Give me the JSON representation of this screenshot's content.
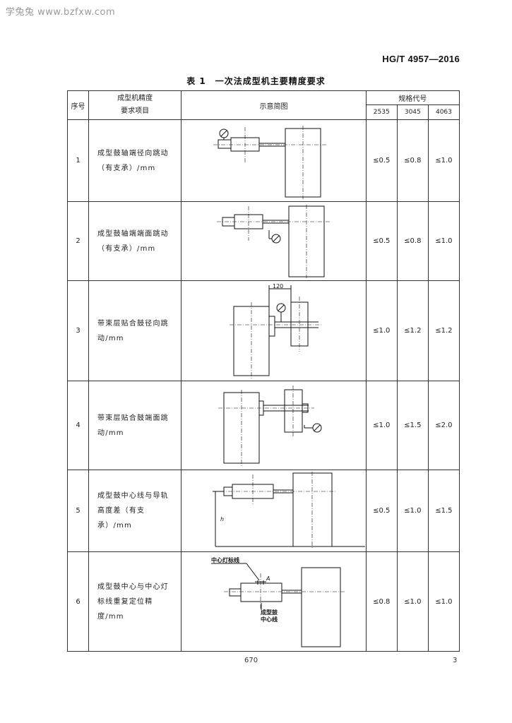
{
  "watermark": "学兔兔 www.bzfxw.com",
  "standard_code": "HG/T 4957—2016",
  "table_title": "表 1　一次法成型机主要精度要求",
  "table": {
    "headers": {
      "no": "序号",
      "item_line1": "成型机精度",
      "item_line2": "要求项目",
      "figure": "示意简图",
      "spec_group": "规格代号",
      "spec_codes": [
        "2535",
        "3045",
        "4063"
      ]
    },
    "rows": [
      {
        "no": "1",
        "item": "成型鼓轴端径向跳动（有支承）/mm",
        "values": [
          "≤0.5",
          "≤0.8",
          "≤1.0"
        ]
      },
      {
        "no": "2",
        "item": "成型鼓轴端端面跳动（有支承）/mm",
        "values": [
          "≤0.5",
          "≤0.8",
          "≤1.0"
        ]
      },
      {
        "no": "3",
        "item": "带束层贴合鼓径向跳动/mm",
        "values": [
          "≤1.0",
          "≤1.2",
          "≤1.2"
        ]
      },
      {
        "no": "4",
        "item": "带束层贴合鼓端面跳动/mm",
        "values": [
          "≤1.0",
          "≤1.5",
          "≤2.0"
        ]
      },
      {
        "no": "5",
        "item": "成型鼓中心线与导轨高度差（有支承）/mm",
        "values": [
          "≤0.5",
          "≤1.0",
          "≤1.5"
        ]
      },
      {
        "no": "6",
        "item": "成型鼓中心与中心灯标线重复定位精度/mm",
        "values": [
          "≤0.8",
          "≤1.0",
          "≤1.0"
        ]
      }
    ],
    "figure_labels": {
      "dim_120": "120",
      "dim_h": "h",
      "center_lamp_line": "中心灯标线",
      "dim_A": "A",
      "drum_center_line_1": "成型鼓",
      "drum_center_line_2": "中心线"
    }
  },
  "footer": {
    "center_mark": "670",
    "page_number": "3"
  }
}
